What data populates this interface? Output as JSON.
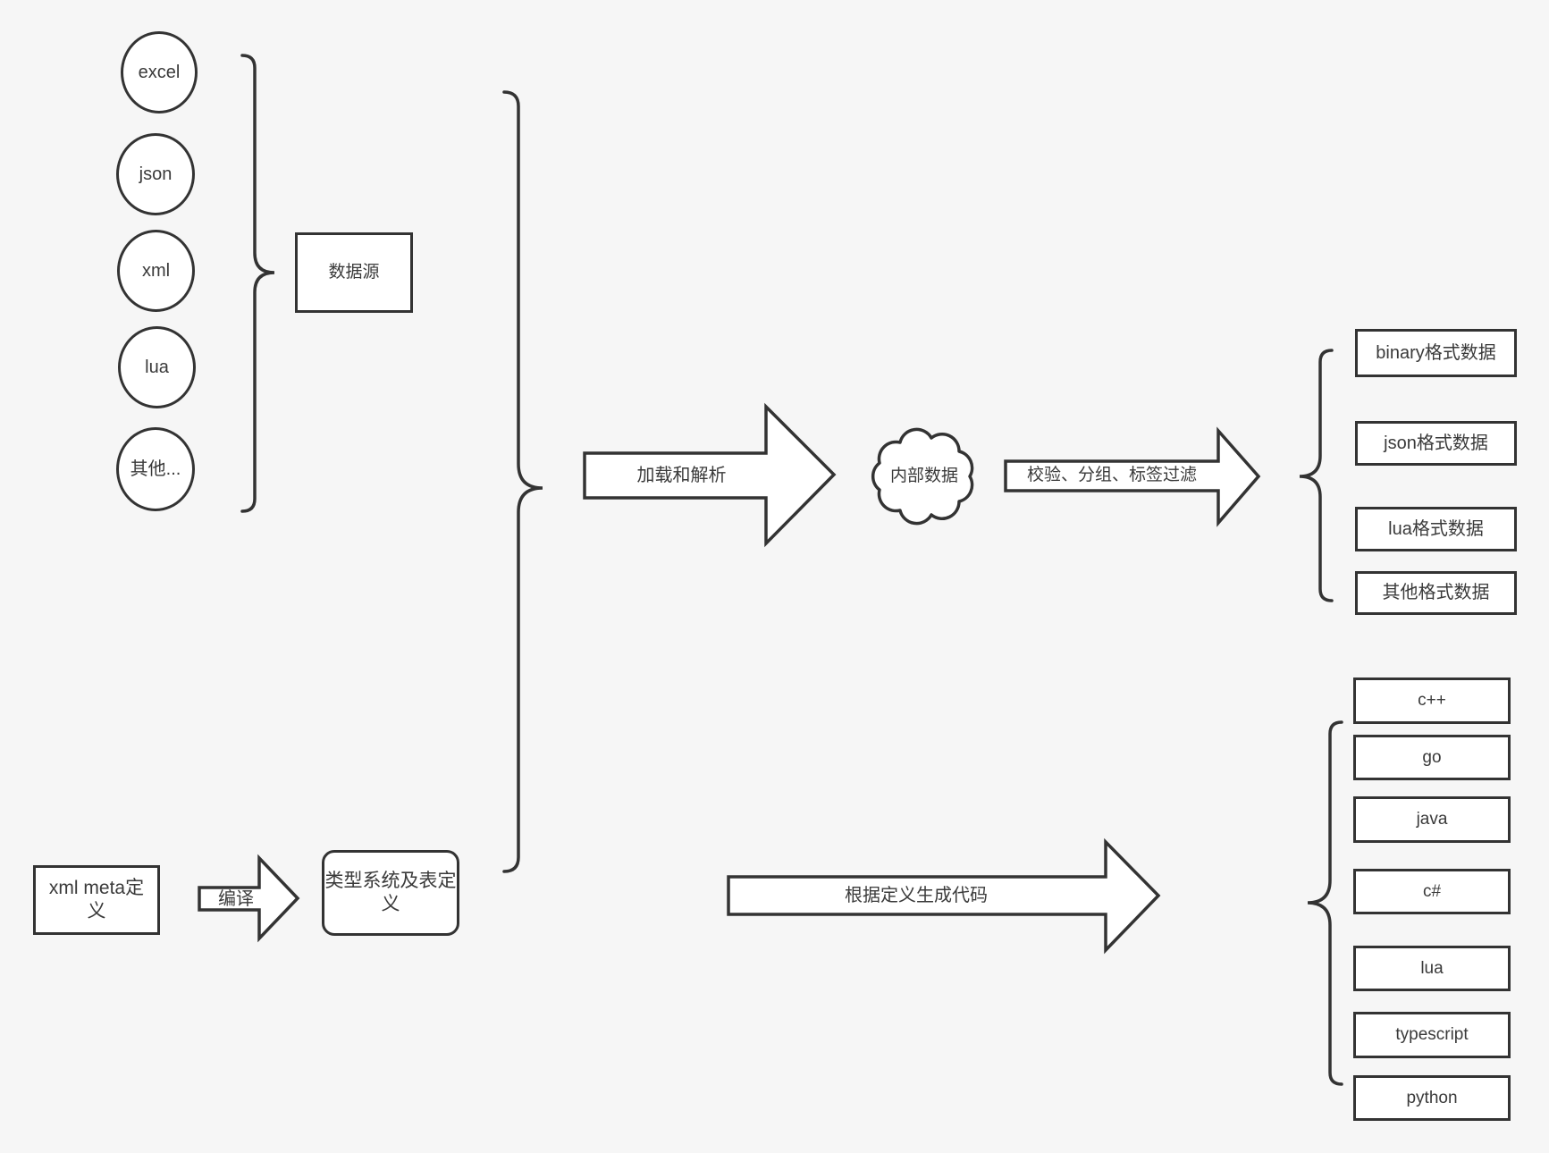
{
  "colors": {
    "background": "#f6f6f6",
    "stroke": "#333333",
    "fill": "#ffffff",
    "text": "#3a3a3a"
  },
  "sources": {
    "items": [
      "excel",
      "json",
      "xml",
      "lua",
      "其他..."
    ],
    "group_label": "数据源"
  },
  "pipeline": {
    "load_parse": "加载和解析",
    "internal_data": "内部数据",
    "filter": "校验、分组、标签过滤"
  },
  "data_formats": [
    "binary格式数据",
    "json格式数据",
    "lua格式数据",
    "其他格式数据"
  ],
  "languages": [
    "c++",
    "go",
    "java",
    "c#",
    "lua",
    "typescript",
    "python"
  ],
  "meta_flow": {
    "xml_meta": "xml meta定义",
    "compile": "编译",
    "type_system": "类型系统及表定义",
    "codegen": "根据定义生成代码"
  }
}
